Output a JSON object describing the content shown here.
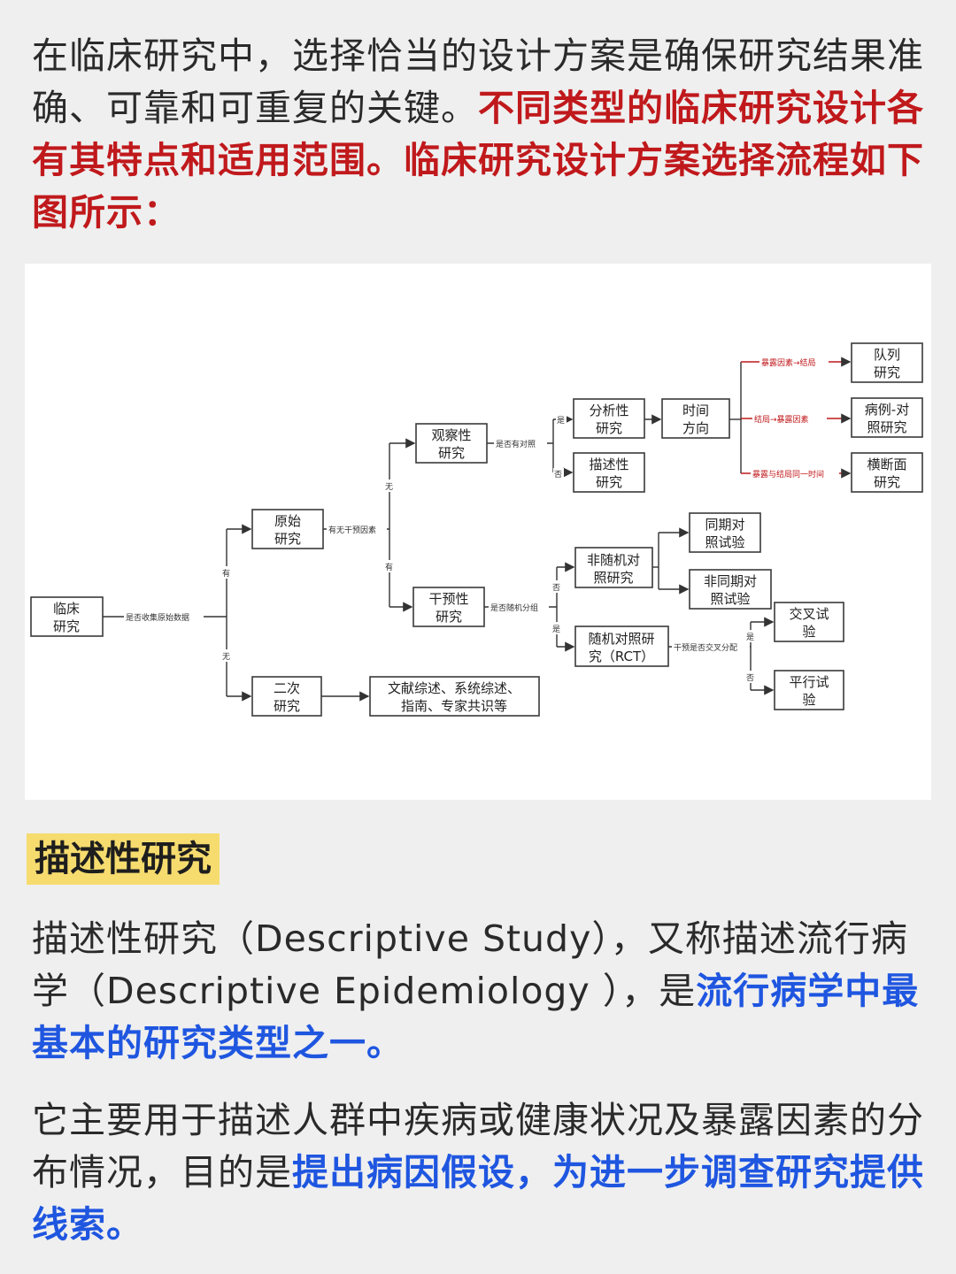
{
  "intro": {
    "plain": "在临床研究中，选择恰当的设计方案是确保研究结果准确、可靠和可重复的关键。",
    "highlight": "不同类型的临床研究设计各有其特点和适用范围。临床研究设计方案选择流程如下图所示："
  },
  "diagram": {
    "nodes": {
      "clinical": [
        "临床",
        "研究"
      ],
      "primary": [
        "原始",
        "研究"
      ],
      "secondary": [
        "二次",
        "研究"
      ],
      "literature": [
        "文献综述、系统综述、",
        "指南、专家共识等"
      ],
      "observational": [
        "观察性",
        "研究"
      ],
      "interventional": [
        "干预性",
        "研究"
      ],
      "analytical": [
        "分析性",
        "研究"
      ],
      "descriptive": [
        "描述性",
        "研究"
      ],
      "time_direction": [
        "时间",
        "方向"
      ],
      "cohort": [
        "队列",
        "研究"
      ],
      "case_control": [
        "病例-对",
        "照研究"
      ],
      "cross_sectional": [
        "横断面",
        "研究"
      ],
      "nonrandom": [
        "非随机对",
        "照研究"
      ],
      "rct": [
        "随机对照研",
        "究（RCT）"
      ],
      "concurrent": [
        "同期对",
        "照试验"
      ],
      "nonconcurrent": [
        "非同期对",
        "照试验"
      ],
      "crossover": [
        "交叉试",
        "验"
      ],
      "parallel": [
        "平行试",
        "验"
      ]
    },
    "labels": {
      "collect_raw": "是否收集原始数据",
      "yes_has": "有",
      "no_none": "无",
      "intervention_factor": "有无干预因素",
      "has_control": "是否有对照",
      "is_yes": "是",
      "is_no": "否",
      "random_group": "是否随机分组",
      "crossover_q": "干预是否交叉分配",
      "exposure_outcome": "暴露因素→结局",
      "outcome_exposure": "结局→暴露因素",
      "simultaneous": "暴露与结局同一时间"
    }
  },
  "section": {
    "heading": "描述性研究"
  },
  "desc1": {
    "plain": "描述性研究（Descriptive Study），又称描述流行病学（Descriptive Epidemiology ），是",
    "highlight": "流行病学中最基本的研究类型之一。"
  },
  "desc2": {
    "plain": "它主要用于描述人群中疾病或健康状况及暴露因素的分布情况，目的是",
    "highlight": "提出病因假设，为进一步调查研究提供线索。"
  }
}
